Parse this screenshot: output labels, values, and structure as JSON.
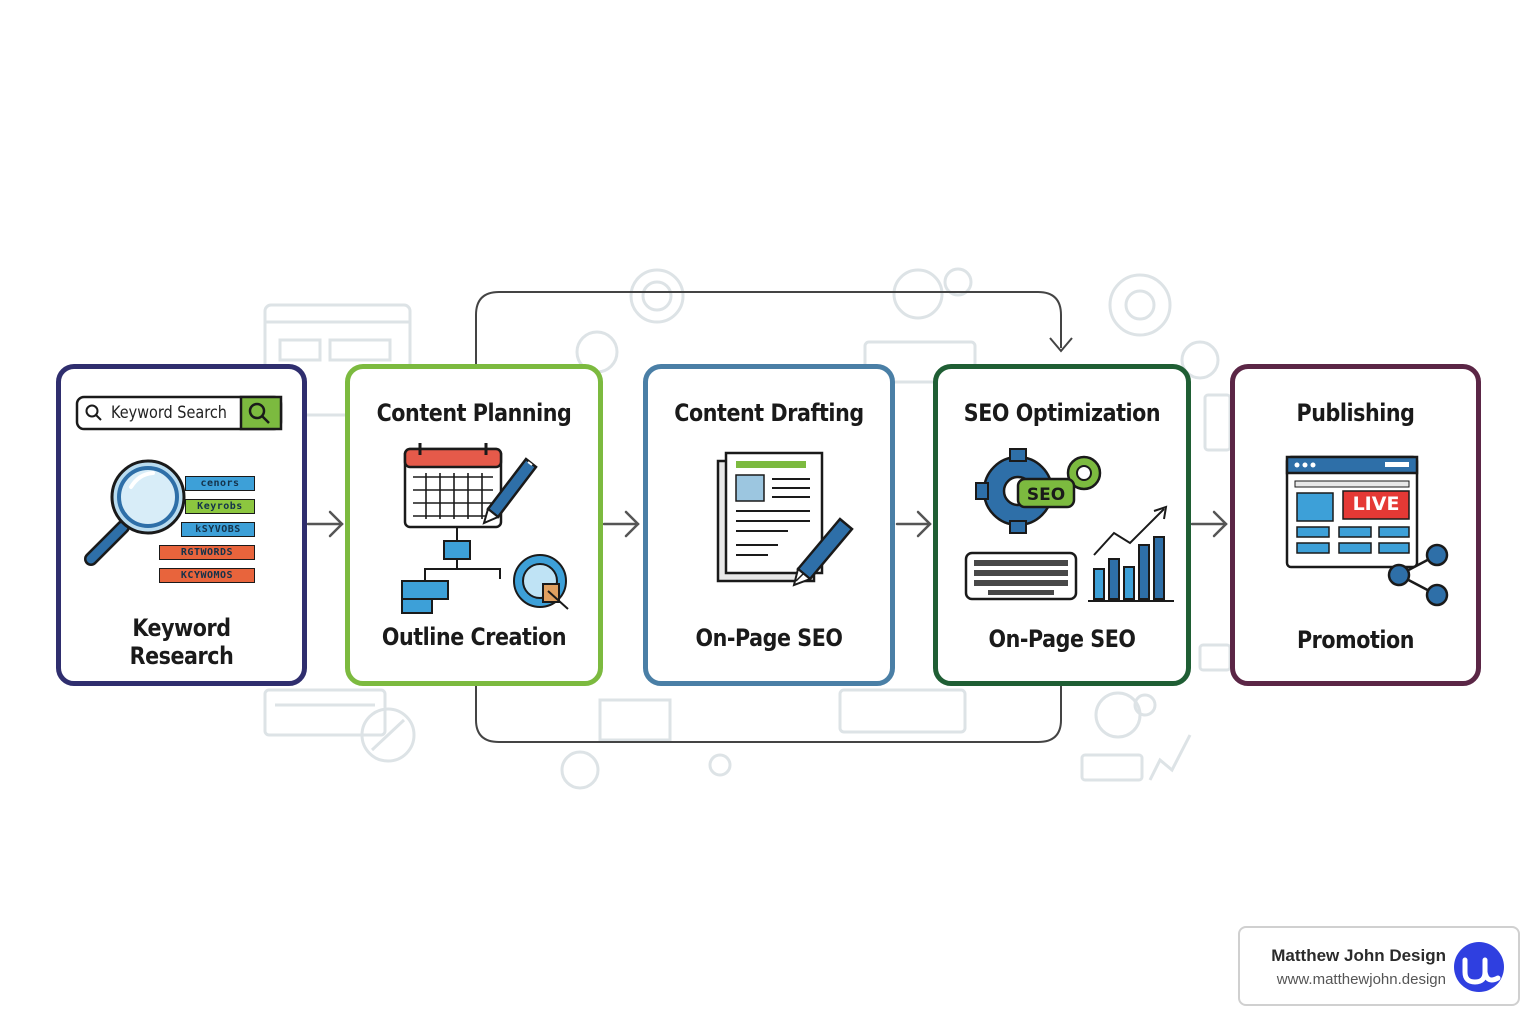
{
  "colors": {
    "keyword_border": "#2f2e6e",
    "planning_border": "#7cba3f",
    "drafting_border": "#4a7fa6",
    "seo_border": "#1f5e34",
    "publishing_border": "#5b2646",
    "arrow": "#555555",
    "brand_blue": "#2f3fe0"
  },
  "steps": [
    {
      "title": "",
      "caption": "Keyword Research",
      "search_label": "Keyword Search",
      "tags": [
        "cenors",
        "Keyrobs",
        "kSYVOBS",
        "RGTWORDS",
        "KCYWOMOS"
      ]
    },
    {
      "title": "Content Planning",
      "caption": "Outline Creation"
    },
    {
      "title": "Content Drafting",
      "caption": "On-Page SEO"
    },
    {
      "title": "SEO Optimization",
      "caption": "On-Page SEO",
      "badge": "SEO"
    },
    {
      "title": "Publishing",
      "caption": "Promotion",
      "badge": "LIVE"
    }
  ],
  "brand": {
    "name": "Matthew John Design",
    "url": "www.matthewjohn.design",
    "logo_icon": "u-logo-icon"
  }
}
